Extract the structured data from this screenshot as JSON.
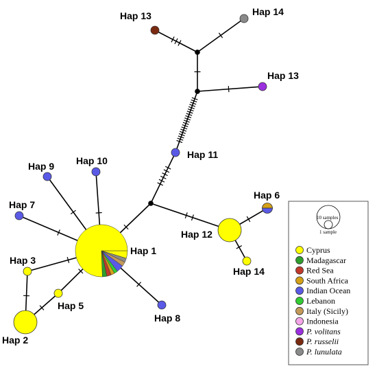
{
  "colors": {
    "cyprus": "#ffff00",
    "madagascar": "#2e9e2e",
    "red_sea": "#c0392b",
    "south_africa": "#d4a017",
    "indian_ocean": "#5a5ae6",
    "lebanon": "#33cc33",
    "italy_sicily": "#c49a5a",
    "indonesia": "#f4a6e8",
    "p_volitans": "#9b30e0",
    "p_russelii": "#7a2a10",
    "p_lunulata": "#8a8a8a"
  },
  "haplotype_labels": {
    "hap1": "Hap 1",
    "hap2": "Hap 2",
    "hap3": "Hap 3",
    "hap5": "Hap 5",
    "hap6": "Hap 6",
    "hap7": "Hap 7",
    "hap8": "Hap 8",
    "hap9": "Hap 9",
    "hap10": "Hap 10",
    "hap11": "Hap 11",
    "hap12": "Hap 12",
    "hap14_bottom": "Hap 14",
    "hap13_upper": "Hap 13",
    "hap14_top": "Hap 14",
    "hap13_right": "Hap 13"
  },
  "legend": {
    "size_large": "10 samples",
    "size_small": "1 sample",
    "items": [
      {
        "label": "Cyprus",
        "color_key": "cyprus",
        "italic": false
      },
      {
        "label": "Madagascar",
        "color_key": "madagascar",
        "italic": false
      },
      {
        "label": "Red Sea",
        "color_key": "red_sea",
        "italic": false
      },
      {
        "label": "South Africa",
        "color_key": "south_africa",
        "italic": false
      },
      {
        "label": "Indian Ocean",
        "color_key": "indian_ocean",
        "italic": false
      },
      {
        "label": "Lebanon",
        "color_key": "lebanon",
        "italic": false
      },
      {
        "label": "Italy (Sicily)",
        "color_key": "italy_sicily",
        "italic": false
      },
      {
        "label": "Indonesia",
        "color_key": "indonesia",
        "italic": false
      },
      {
        "label": "P. volitans",
        "color_key": "p_volitans",
        "italic": true
      },
      {
        "label": "P. russelii",
        "color_key": "p_russelii",
        "italic": true
      },
      {
        "label": "P. lunulata",
        "color_key": "p_lunulata",
        "italic": true
      }
    ]
  }
}
